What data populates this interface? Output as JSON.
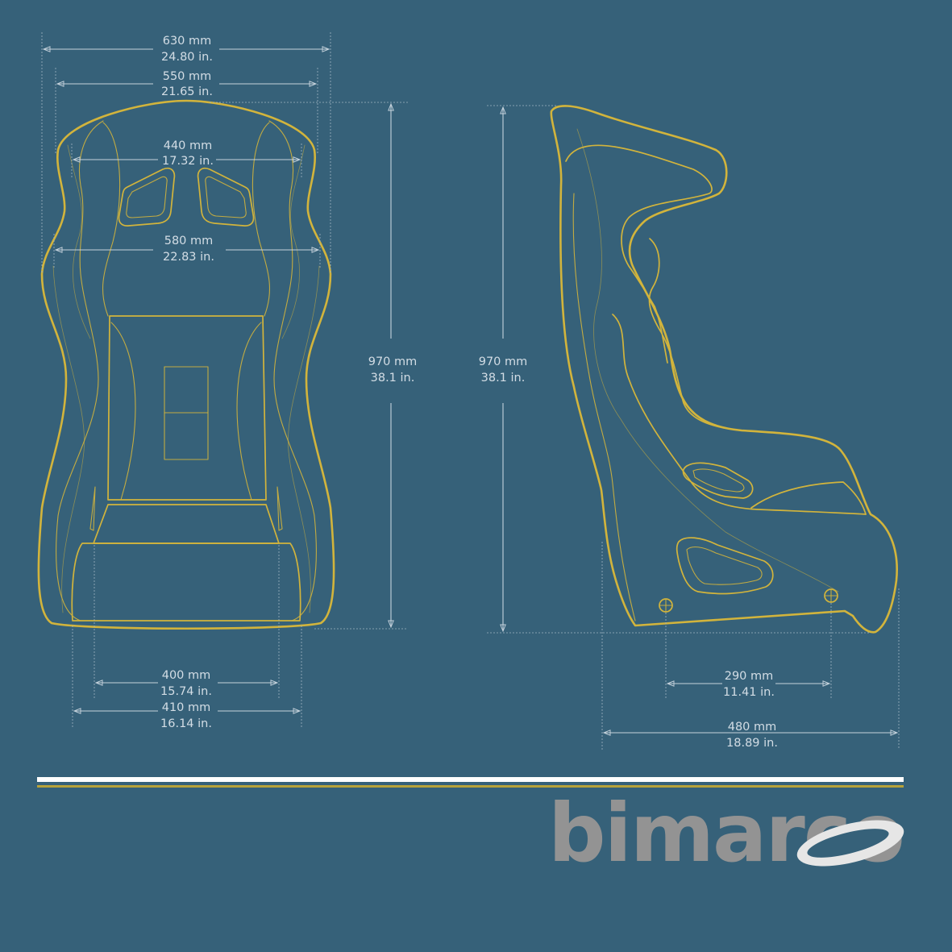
{
  "colors": {
    "background": "#366179",
    "outline": "#d2b43c",
    "dimension": "#c5d2dc",
    "stripe_white": "#ffffff",
    "stripe_gold": "#b8a23a",
    "logo_gray": "#939393",
    "logo_swoosh": "#e6e6e6"
  },
  "front_view": {
    "overall_width": {
      "mm": "630 mm",
      "in": "24.80 in."
    },
    "shoulder_width": {
      "mm": "550 mm",
      "in": "21.65 in."
    },
    "head_width": {
      "mm": "440 mm",
      "in": "17.32 in."
    },
    "wing_width": {
      "mm": "580 mm",
      "in": "22.83 in."
    },
    "height": {
      "mm": "970 mm",
      "in": "38.1 in."
    },
    "base_inner_width": {
      "mm": "400 mm",
      "in": "15.74 in."
    },
    "base_outer_width": {
      "mm": "410 mm",
      "in": "16.14 in."
    }
  },
  "side_view": {
    "height": {
      "mm": "970 mm",
      "in": "38.1 in."
    },
    "mount_spacing": {
      "mm": "290 mm",
      "in": "11.41 in."
    },
    "depth": {
      "mm": "480 mm",
      "in": "18.89 in."
    }
  },
  "brand": {
    "name": "bimarco",
    "icon": "swoosh-ring-icon"
  }
}
